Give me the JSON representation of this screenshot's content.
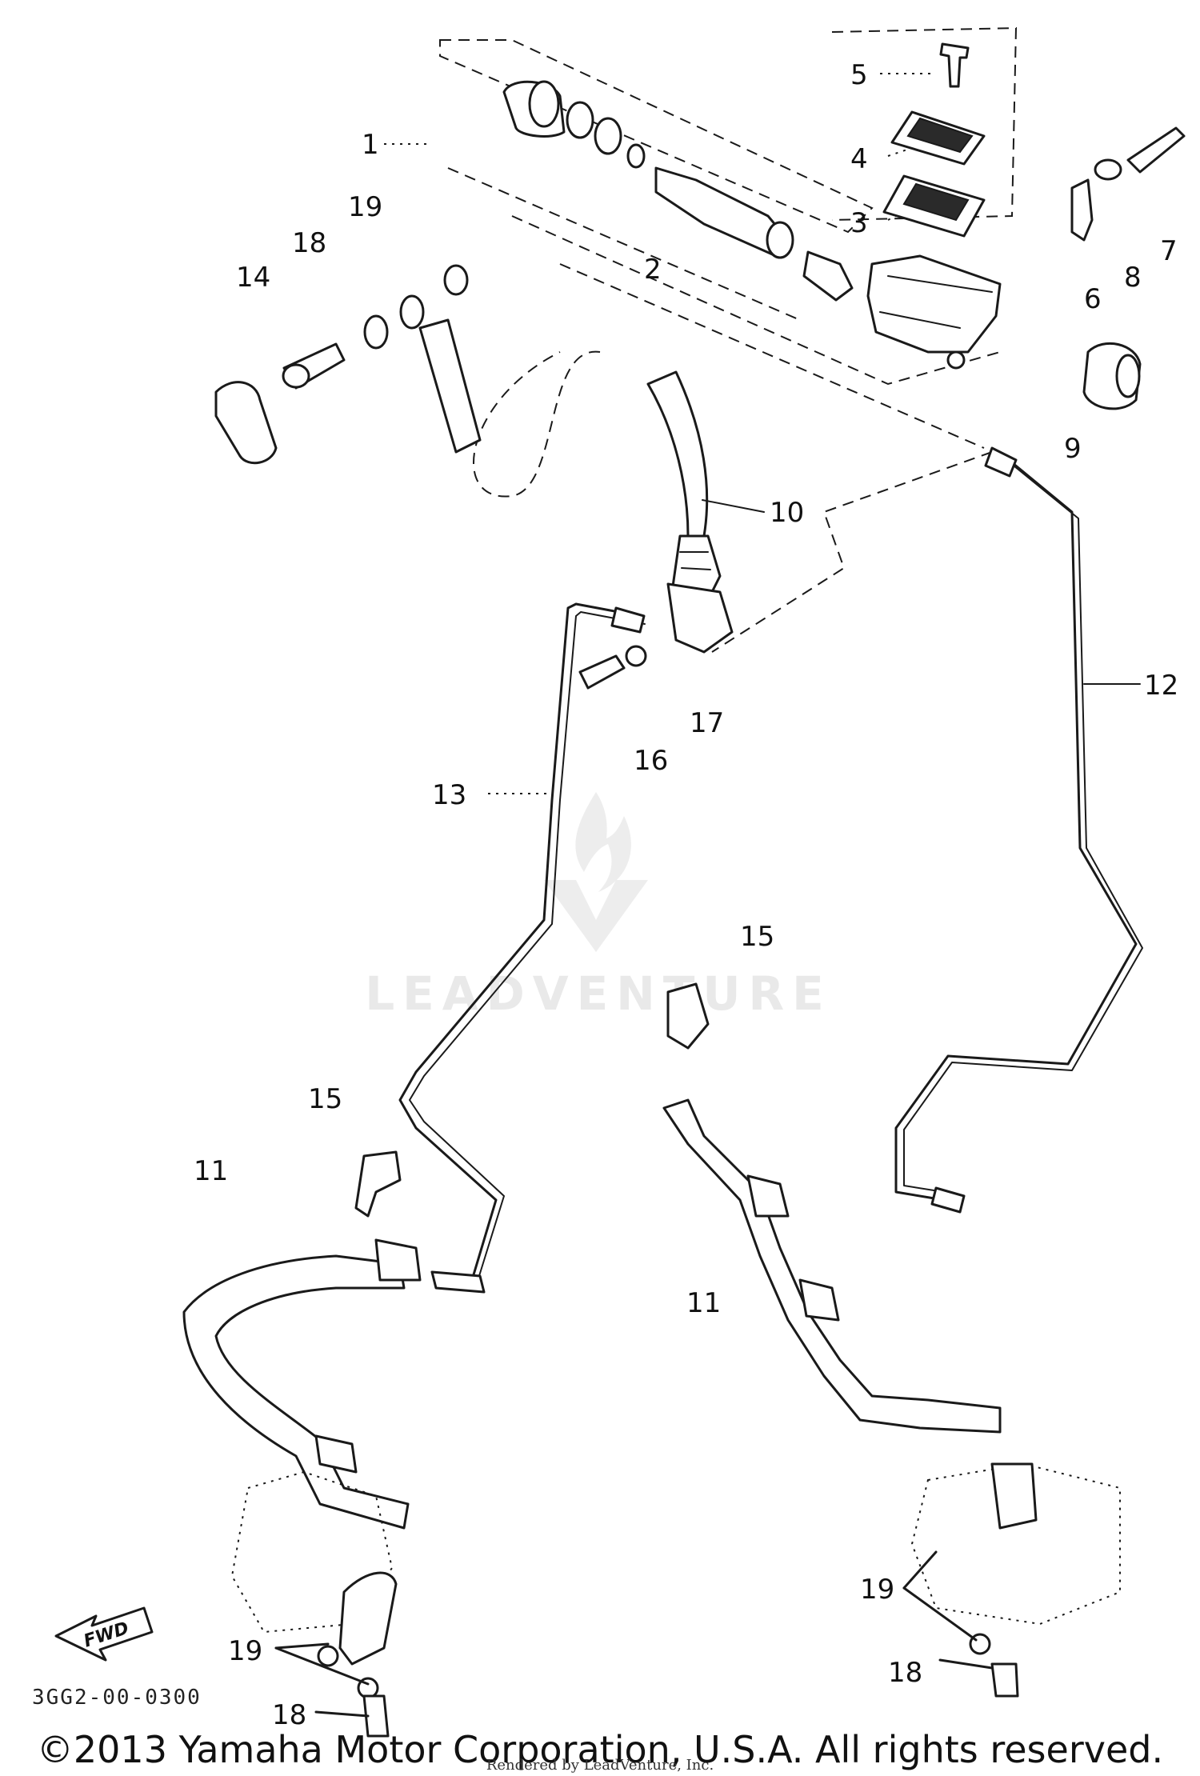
{
  "callouts": {
    "c1": "1",
    "c2": "2",
    "c3": "3",
    "c4": "4",
    "c5": "5",
    "c6": "6",
    "c7": "7",
    "c8": "8",
    "c9": "9",
    "c10": "10",
    "c11a": "11",
    "c11b": "11",
    "c12": "12",
    "c13": "13",
    "c14": "14",
    "c15a": "15",
    "c15b": "15",
    "c16": "16",
    "c17": "17",
    "c18a": "18",
    "c18b": "18",
    "c18c": "18",
    "c19a": "19",
    "c19b": "19",
    "c19c": "19"
  },
  "fwd_label": "FWD",
  "diagram_number": "3GG2-00-0300",
  "watermark": "LEADVENTURE",
  "copyright": "©2013 Yamaha Motor Corporation, U.S.A. All rights reserved.",
  "rendered_by": "Rendered by LeadVenture, Inc."
}
